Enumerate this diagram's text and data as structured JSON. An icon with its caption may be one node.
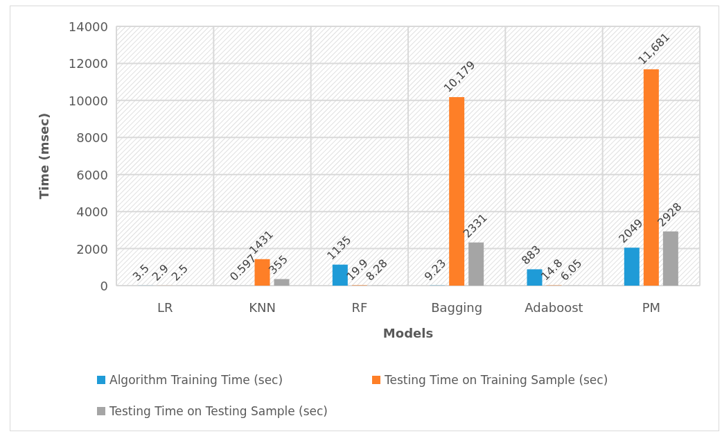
{
  "diagram": {
    "chart_data": {
      "type": "bar",
      "xlabel": "Models",
      "ylabel": "Time (msec)",
      "categories": [
        "LR",
        "KNN",
        "RF",
        "Bagging",
        "Adaboost",
        "PM"
      ],
      "series": [
        {
          "name": "Algorithm Training Time (sec)",
          "color": "#1f9bd7",
          "values": [
            3.5,
            0.597,
            1135,
            9.23,
            883,
            2049
          ],
          "value_labels": [
            "3.5",
            "0.597",
            "1135",
            "9.23",
            "883",
            "2049"
          ]
        },
        {
          "name": "Testing Time on Training Sample (sec)",
          "color": "#fe7f27",
          "values": [
            2.9,
            1431,
            19.9,
            10179,
            14.8,
            11681
          ],
          "value_labels": [
            "2.9",
            "1431",
            "19.9",
            "10,179",
            "14.8",
            "11,681"
          ]
        },
        {
          "name": "Testing Time on Testing Sample (sec)",
          "color": "#a5a5a5",
          "values": [
            2.5,
            355,
            8.28,
            2331,
            6.05,
            2928
          ],
          "value_labels": [
            "2.5",
            "355",
            "8.28",
            "2331",
            "6.05",
            "2928"
          ]
        }
      ],
      "grid": true,
      "ylim": [
        0,
        14000
      ],
      "yticks": [
        0,
        2000,
        4000,
        6000,
        8000,
        10000,
        12000,
        14000
      ],
      "data_labels": true
    }
  }
}
